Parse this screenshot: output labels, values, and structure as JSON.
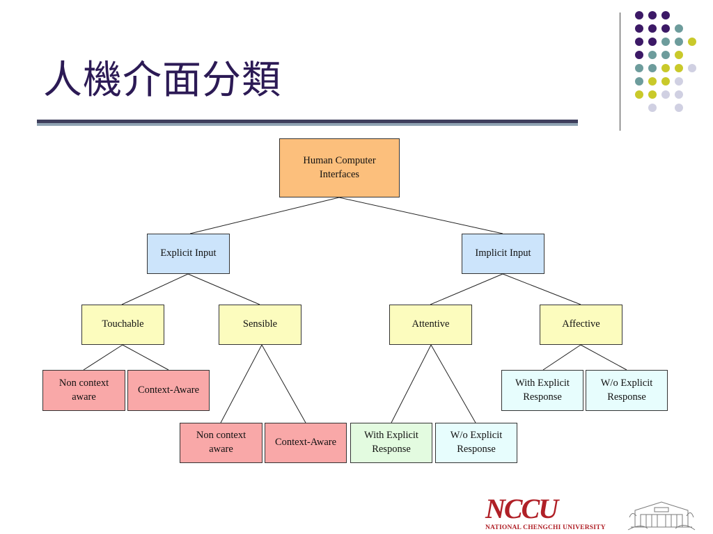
{
  "slide": {
    "title": "人機介面分類"
  },
  "colors": {
    "root": "#fcbf7c",
    "level1": "#cce4fb",
    "level2": "#fcfcbe",
    "pink": "#f9a8a8",
    "green": "#e3fbe0",
    "cyan": "#e7fdfd",
    "dot_purple": "#3c1966",
    "dot_teal": "#6d9c9c",
    "dot_yellow": "#c9c92a",
    "dot_lavender": "#d0d0e2"
  },
  "diagram": {
    "root": "Human Computer\nInterfaces",
    "explicit": "Explicit Input",
    "implicit": "Implicit Input",
    "touchable": "Touchable",
    "sensible": "Sensible",
    "attentive": "Attentive",
    "affective": "Affective",
    "touch_noncontext": "Non context\naware",
    "touch_context": "Context-Aware",
    "sense_noncontext": "Non context\naware",
    "sense_context": "Context-Aware",
    "attentive_with": "With Explicit\nResponse",
    "attentive_without": "W/o Explicit\nResponse",
    "affective_with": "With Explicit\nResponse",
    "affective_without": "W/o Explicit\nResponse"
  },
  "logo": {
    "mark": "NCCU",
    "name": "NATIONAL CHENGCHI UNIVERSITY"
  }
}
